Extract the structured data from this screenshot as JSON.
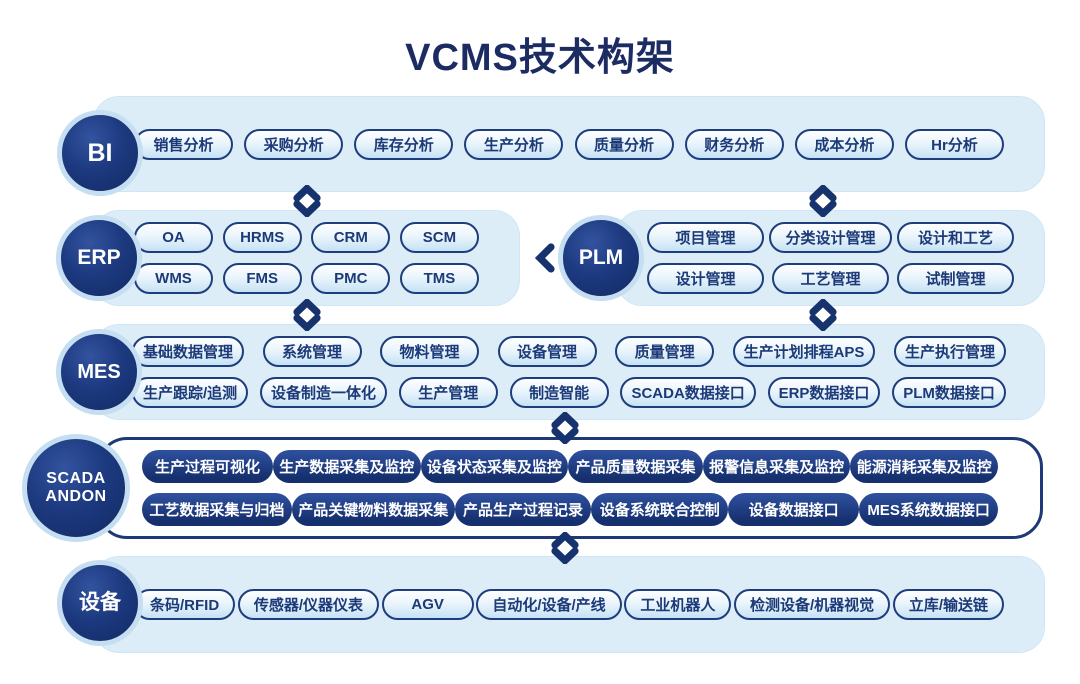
{
  "title": "VCMS技术构架",
  "colors": {
    "navy": "#16336e",
    "panel_light": "#dcedf8",
    "pill_border": "#1e3d7d",
    "pill_dark": "#16306e",
    "badge_ring": "#c5def2",
    "title_text": "#1c2c63"
  },
  "layers": [
    {
      "id": "bi",
      "badge": "BI",
      "style": "light",
      "rows": [
        [
          "销售分析",
          "采购分析",
          "库存分析",
          "生产分析",
          "质量分析",
          "财务分析",
          "成本分析",
          "Hr分析"
        ]
      ]
    },
    {
      "id": "erp",
      "badge": "ERP",
      "style": "light",
      "rows": [
        [
          "OA",
          "HRMS",
          "CRM",
          "SCM"
        ],
        [
          "WMS",
          "FMS",
          "PMC",
          "TMS"
        ]
      ]
    },
    {
      "id": "plm",
      "badge": "PLM",
      "style": "light",
      "rows": [
        [
          "项目管理",
          "分类设计管理",
          "设计和工艺"
        ],
        [
          "设计管理",
          "工艺管理",
          "试制管理"
        ]
      ]
    },
    {
      "id": "mes",
      "badge": "MES",
      "style": "light",
      "rows": [
        [
          "基础数据管理",
          "系统管理",
          "物料管理",
          "设备管理",
          "质量管理",
          "生产计划排程APS",
          "生产执行管理"
        ],
        [
          "生产跟踪/追测",
          "设备制造一体化",
          "生产管理",
          "制造智能",
          "SCADA数据接口",
          "ERP数据接口",
          "PLM数据接口"
        ]
      ]
    },
    {
      "id": "scada",
      "badge": "SCADA ANDON",
      "badge_lines": [
        "SCADA",
        "ANDON"
      ],
      "style": "dark",
      "rows": [
        [
          "生产过程可视化",
          "生产数据采集及监控",
          "设备状态采集及监控",
          "产品质量数据采集",
          "报警信息采集及监控",
          "能源消耗采集及监控"
        ],
        [
          "工艺数据采集与归档",
          "产品关键物料数据采集",
          "产品生产过程记录",
          "设备系统联合控制",
          "设备数据接口",
          "MES系统数据接口"
        ]
      ]
    },
    {
      "id": "devices",
      "badge": "设备",
      "style": "light",
      "rows": [
        [
          "条码/RFID",
          "传感器/仪器仪表",
          "AGV",
          "自动化/设备/产线",
          "工业机器人",
          "检测设备/机器视觉",
          "立库/输送链"
        ]
      ]
    }
  ],
  "connectors": [
    {
      "type": "bidirectional-arrow",
      "from": "bi",
      "to": "erp"
    },
    {
      "type": "bidirectional-arrow",
      "from": "bi",
      "to": "plm"
    },
    {
      "type": "bidirectional-arrow",
      "from": "erp",
      "to": "mes"
    },
    {
      "type": "bidirectional-arrow",
      "from": "plm",
      "to": "mes"
    },
    {
      "type": "bidirectional-arrow",
      "from": "mes",
      "to": "scada"
    },
    {
      "type": "bidirectional-arrow",
      "from": "scada",
      "to": "devices"
    },
    {
      "type": "left-arrow",
      "from": "plm",
      "to": "erp"
    }
  ]
}
